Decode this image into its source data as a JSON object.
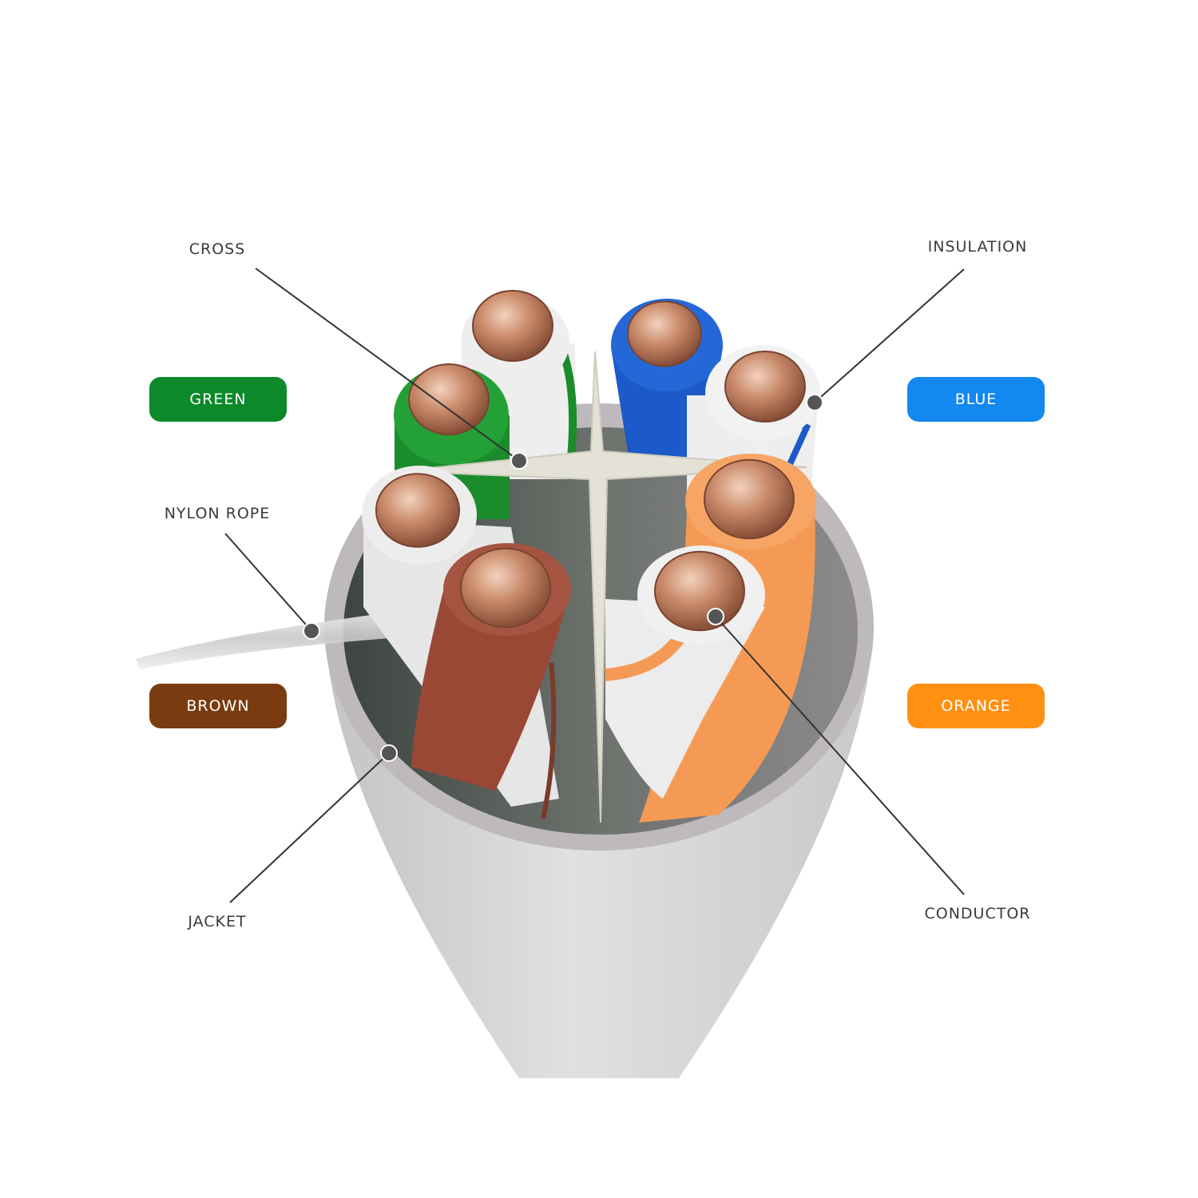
{
  "callouts": {
    "cross": "CROSS",
    "insulation": "INSULATION",
    "nylon_rope": "NYLON ROPE",
    "jacket": "JACKET",
    "conductor": "CONDUCTOR"
  },
  "color_labels": [
    {
      "id": "green",
      "label": "GREEN",
      "color": "#0c8a2a"
    },
    {
      "id": "blue",
      "label": "BLUE",
      "color": "#1288f0"
    },
    {
      "id": "brown",
      "label": "BROWN",
      "color": "#7a3b10"
    },
    {
      "id": "orange",
      "label": "ORANGE",
      "color": "#ff9012"
    }
  ],
  "colors": {
    "jacket": "#d5d5d7",
    "jacket_inner": "#b9b6b8",
    "separator": "#e4e1d6",
    "copper": "#c98a6a",
    "green_wire": "#1a8c2c",
    "blue_wire": "#1c59c9",
    "brown_wire": "#9a4836",
    "orange_wire": "#f59a55",
    "white_wire": "#eeeeee",
    "leader_line": "#333333"
  }
}
